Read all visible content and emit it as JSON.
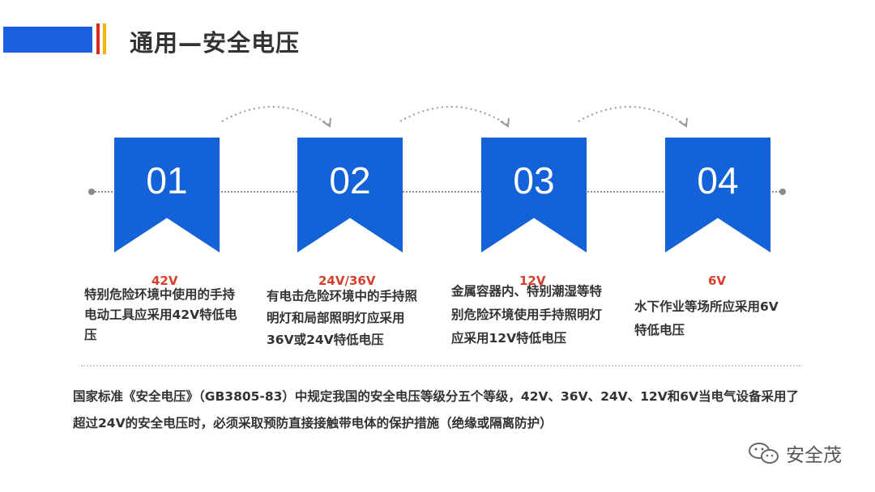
{
  "title": "通用—安全电压",
  "steps": [
    {
      "number": "01",
      "voltage": "42V",
      "description": "特别危险环境中使用的手持电动工具应采用42V特低电压"
    },
    {
      "number": "02",
      "voltage": "24V/36V",
      "description": "有电击危险环境中的手持照明灯和局部照明灯应采用36V或24V特低电压"
    },
    {
      "number": "03",
      "voltage": "12V",
      "description": "金属容器内、特别潮湿等特别危险环境使用手持照明灯应采用12V特低电压"
    },
    {
      "number": "04",
      "voltage": "6V",
      "description": "水下作业等场所应采用6V特低电压"
    }
  ],
  "note": "国家标准《安全电压》（GB3805-83）中规定我国的安全电压等级分五个等级，42V、36V、24V、12V和6V当电气设备采用了超过24V的安全电压时，必须采取预防直接接触带电体的保护措施（绝缘或隔离防护）",
  "brand": {
    "name": "安全茂",
    "icon": "wechat-icon"
  },
  "colors": {
    "accent_blue": "#1462d8",
    "voltage_red": "#d6402a",
    "bar_red": "#d82b1f",
    "bar_yellow": "#f2b705"
  }
}
